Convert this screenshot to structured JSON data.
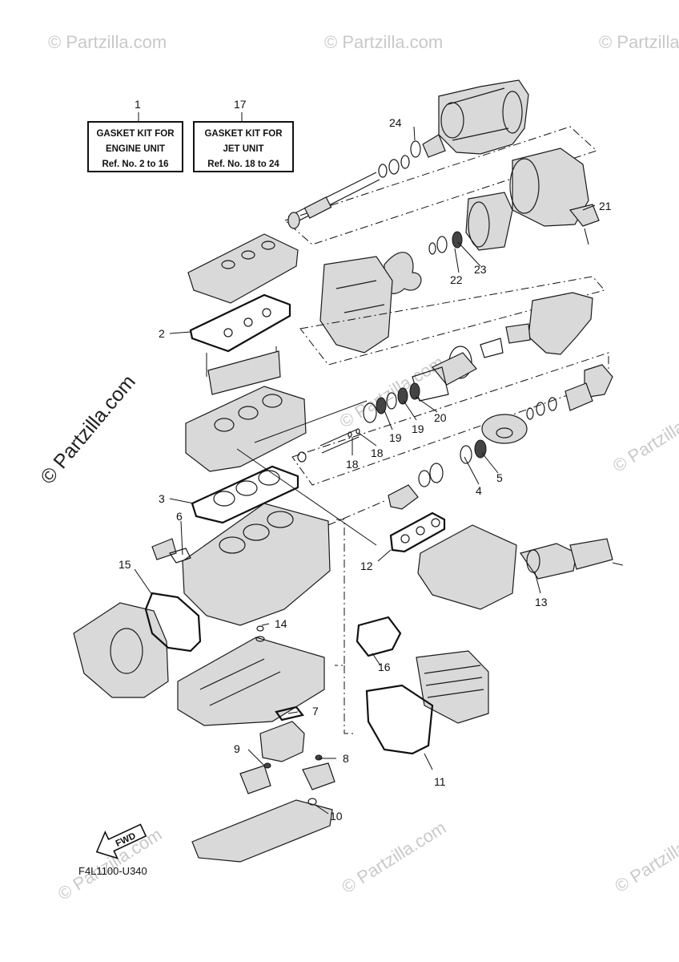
{
  "watermarks": {
    "text": "© Partzilla.com",
    "side_text": "© Partzilla.com"
  },
  "kits": [
    {
      "ref": "1",
      "line1": "GASKET KIT FOR",
      "line2": "ENGINE UNIT",
      "line3": "Ref. No. 2 to 16"
    },
    {
      "ref": "17",
      "line1": "GASKET KIT FOR",
      "line2": "JET UNIT",
      "line3": "Ref. No. 18 to 24"
    }
  ],
  "callouts": [
    "2",
    "3",
    "4",
    "5",
    "6",
    "7",
    "8",
    "9",
    "10",
    "11",
    "12",
    "13",
    "14",
    "15",
    "16",
    "18",
    "18",
    "19",
    "19",
    "20",
    "20",
    "21",
    "22",
    "23",
    "24"
  ],
  "fwd_label": "FWD",
  "diagram_code": "F4L1100-U340"
}
